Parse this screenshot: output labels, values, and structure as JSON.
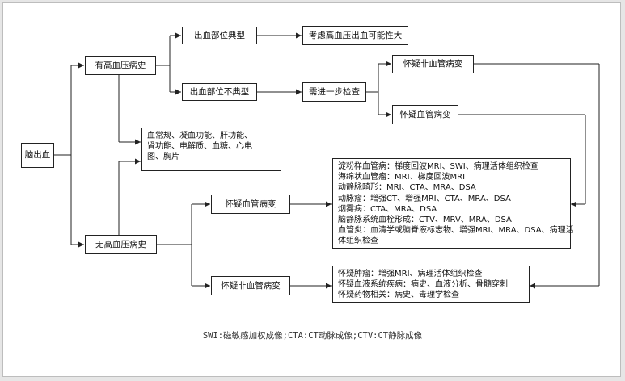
{
  "root": "脑出血",
  "branch_hypertension": "有高血压病史",
  "branch_no_hypertension": "无高血压病史",
  "typical_site": "出血部位典型",
  "atypical_site": "出血部位不典型",
  "typical_result": "考虑高血压出血可能性大",
  "further_exam": "需进一步检查",
  "suspect_non_vascular_top": "怀疑非血管病变",
  "suspect_vascular_top": "怀疑血管病变",
  "general_tests": [
    "血常规、凝血功能、肝功能、",
    "肾功能、电解质、血糖、心电",
    "图、胸片"
  ],
  "suspect_vascular_mid": "怀疑血管病变",
  "suspect_non_vascular_bottom": "怀疑非血管病变",
  "vascular_details": [
    "淀粉样血管病：梯度回波MRI、SWI、病理活体组织检查",
    "海绵状血管瘤：MRI、梯度回波MRI",
    "动静脉畸形：MRI、CTA、MRA、DSA",
    "动脉瘤：增强CT、增强MRI、CTA、MRA、DSA",
    "烟雾病：CTA、MRA、DSA",
    "脑静脉系统血栓形成：CTV、MRV、MRA、DSA",
    "血管炎：血清学或脑脊液标志物、增强MRI、MRA、DSA、病理活",
    "体组织检查"
  ],
  "non_vascular_details": [
    "怀疑肿瘤：增强MRI、病理活体组织检查",
    "怀疑血液系统疾病：病史、血液分析、骨髓穿刺",
    "怀疑药物相关：病史、毒理学检查"
  ],
  "footnote": "SWI:磁敏感加权成像;CTA:CT动脉成像;CTV:CT静脉成像"
}
